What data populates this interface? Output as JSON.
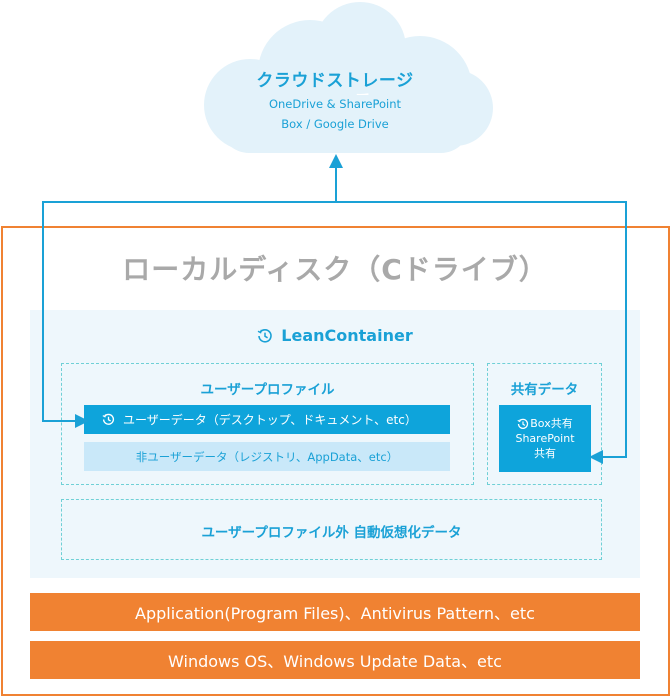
{
  "cloud": {
    "title": "クラウドストレージ",
    "line1": "OneDrive & SharePoint",
    "line2": "Box / Google Drive"
  },
  "local_disk": {
    "title": "ローカルディスク（Cドライブ）"
  },
  "lean_container": {
    "title": "LeanContainer",
    "icon": "history-icon"
  },
  "user_profile": {
    "title": "ユーザープロファイル",
    "user_data": "ユーザーデータ（デスクトップ、ドキュメント、etc）",
    "non_user_data": "非ユーザーデータ（レジストリ、AppData、etc）"
  },
  "shared_data": {
    "title": "共有データ",
    "line1": "Box共有",
    "line2": "SharePoint",
    "line3": "共有"
  },
  "outside_profile": {
    "title": "ユーザープロファイル外 自動仮想化データ"
  },
  "layers": {
    "application": "Application(Program Files)、Antivirus Pattern、etc",
    "os": "Windows OS、Windows Update Data、etc"
  },
  "colors": {
    "accent_blue": "#1aa1d6",
    "bar_blue": "#0ea4db",
    "light_blue": "#c9e8f9",
    "panel_bg": "#eef7fc",
    "cloud_fill": "#e3f2fa",
    "orange": "#f08232",
    "gray_title": "#a9a9a9"
  }
}
